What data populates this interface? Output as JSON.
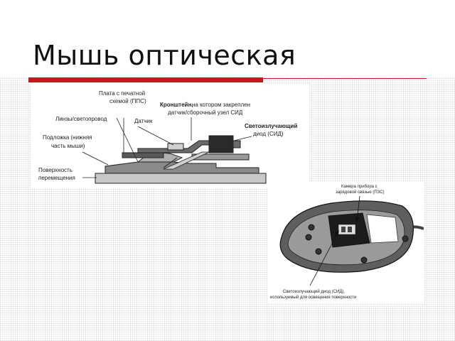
{
  "slide": {
    "title": "Мышь оптическая"
  },
  "diagram_top": {
    "labels": {
      "pcb_1": "Плата с печатной",
      "pcb_2": "схемой (ППС)",
      "bracket_1a": "Кронштейн,",
      "bracket_1b": " на котором закреплен",
      "bracket_2": "датчик/сборочный узел СИД",
      "lens": "Линзы/светопровод",
      "sensor": "Датчик",
      "led_1": "Светоизлучающий",
      "led_2": "диод (СИД)",
      "base_1": "Подложка (нижняя",
      "base_2": "часть мыши)",
      "surface_1": "Поверхность",
      "surface_2": "перемещения"
    }
  },
  "diagram_bottom": {
    "labels": {
      "camera_1": "Камера прибора с",
      "camera_2": "зарядовой связью (ПЗС)",
      "led_1": "Светоизлучающий диод (СИД),",
      "led_2": "используемый для освещения поверхности"
    }
  },
  "colors": {
    "accent_red": "#c8161d"
  }
}
